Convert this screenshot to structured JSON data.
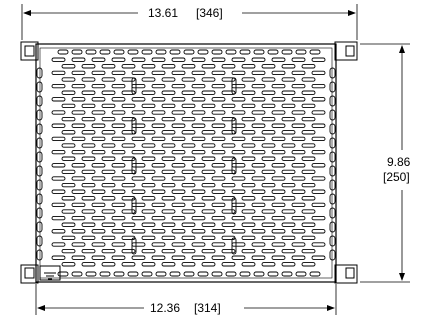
{
  "dimensions": {
    "overall_width": {
      "inches": "13.61",
      "mm": "[346]"
    },
    "plate_width": {
      "inches": "12.36",
      "mm": "[314]"
    },
    "height": {
      "inches": "9.86",
      "mm": "[250]"
    }
  }
}
